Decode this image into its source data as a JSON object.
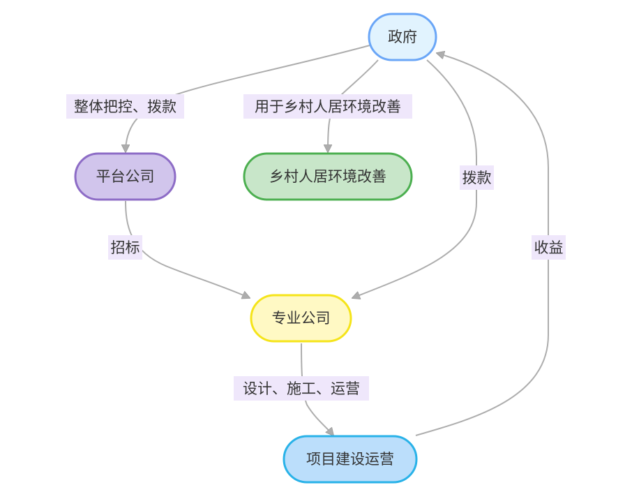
{
  "nodes": {
    "government": {
      "label": "政府",
      "fill": "#e1f3fe",
      "stroke": "#6aa6f7"
    },
    "platform_company": {
      "label": "平台公司",
      "fill": "#d1c5ec",
      "stroke": "#8d6cc6"
    },
    "rural_environment": {
      "label": "乡村人居环境改善",
      "fill": "#c8e6c9",
      "stroke": "#4caf50"
    },
    "specialized_company": {
      "label": "专业公司",
      "fill": "#fff9c4",
      "stroke": "#f5e41a"
    },
    "project_construction": {
      "label": "项目建设运营",
      "fill": "#bbdefb",
      "stroke": "#29b2e8"
    }
  },
  "edges": {
    "gov_to_platform": {
      "label": "整体把控、拨款"
    },
    "gov_to_rural": {
      "label": "用于乡村人居环境改善"
    },
    "gov_to_specialized": {
      "label": "拨款"
    },
    "platform_to_specialized": {
      "label": "招标"
    },
    "specialized_to_project": {
      "label": "设计、施工、运营"
    },
    "project_to_gov": {
      "label": "收益"
    }
  },
  "colors": {
    "edge": "#adadad",
    "edge_label_bg": "#efe7fb",
    "text": "#333333"
  }
}
